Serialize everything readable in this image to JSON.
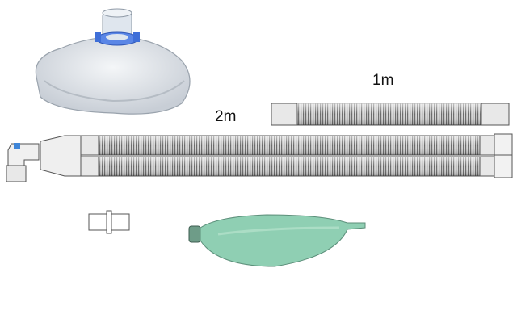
{
  "labels": {
    "short_tube": "1m",
    "long_tube": "2m"
  },
  "components": [
    {
      "name": "anesthesia-mask"
    },
    {
      "name": "corrugated-tube-1m"
    },
    {
      "name": "dual-limb-circuit-2m"
    },
    {
      "name": "elbow-connector"
    },
    {
      "name": "straight-connector"
    },
    {
      "name": "breathing-bag"
    }
  ],
  "colors": {
    "bag": "#8fcfb3",
    "mask_ring": "#3f6fd8",
    "tube": "#d9d9d9",
    "tube_ridge": "#6e6e6e"
  }
}
